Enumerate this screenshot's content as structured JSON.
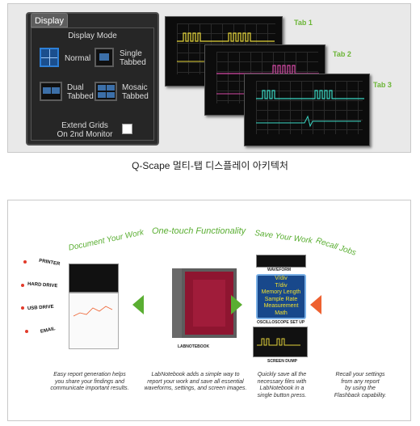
{
  "top": {
    "dialog": {
      "tab_label": "Display",
      "mode_title": "Display Mode",
      "options": {
        "normal": "Normal",
        "single_tabbed_1": "Single",
        "single_tabbed_2": "Tabbed",
        "dual_tabbed_1": "Dual",
        "dual_tabbed_2": "Tabbed",
        "mosaic_tabbed_1": "Mosaic",
        "mosaic_tabbed_2": "Tabbed"
      },
      "extend_1": "Extend Grids",
      "extend_2": "On 2nd Monitor"
    },
    "tabs": {
      "tab1": "Tab 1",
      "tab2": "Tab 2",
      "tab3": "Tab 3"
    },
    "trace_colors": {
      "tab1": "#e4d43a",
      "tab2": "#d54aa6",
      "tab3": "#3ad7c4"
    }
  },
  "caption": "Q-Scape 멀티-탭 디스플레이 아키텍처",
  "bottom": {
    "one_touch": "One-touch Functionality",
    "document": "Document Your Work",
    "save": "Save Your Work",
    "recall": "Recall Jobs",
    "destinations": [
      "PRINTER",
      "HARD DRIVE",
      "USB DRIVE",
      "EMAIL"
    ],
    "book_label": "LABNOTEBOOK",
    "waveform_label": "WAVEFORM",
    "setup_label": "OSCILLOSCOPE SET UP",
    "screen_dump_label": "SCREEN DUMP",
    "setup_items": [
      "V/div",
      "T/div",
      "Memory Length",
      "Sample Rate",
      "Measurement",
      "Math"
    ],
    "text_left": [
      "Easy report generation helps",
      "you share your findings and",
      "communicate important results."
    ],
    "text_center": [
      "LabNotebook adds a simple way to",
      "report your work and save all essential",
      "waveforms, settings, and screen images."
    ],
    "text_save": [
      "Quickly save all the",
      "necessary files with",
      "LabNotebook in a",
      "single button press."
    ],
    "text_recall": [
      "Recall your settings",
      "from any report",
      "by using the",
      "Flashback capability."
    ],
    "colors": {
      "green": "#5aae32",
      "orange": "#ee6130"
    }
  }
}
